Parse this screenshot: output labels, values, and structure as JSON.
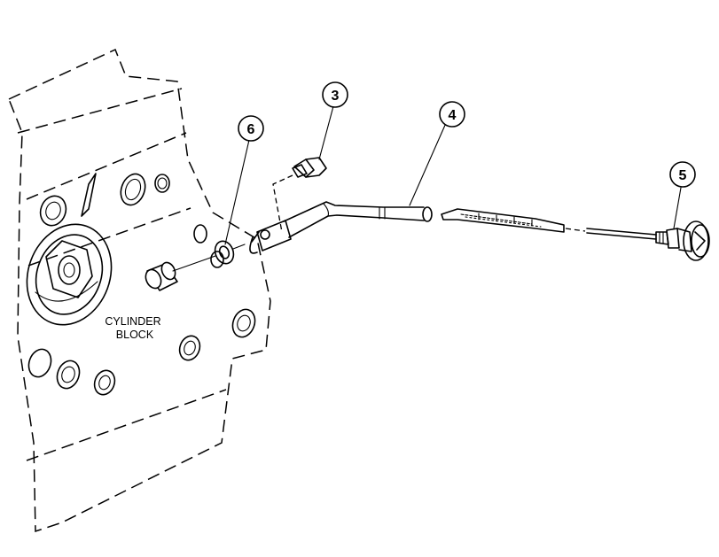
{
  "block_label": {
    "line1": "CYLINDER",
    "line2": "BLOCK"
  },
  "callouts": {
    "c3": "3",
    "c4": "4",
    "c5": "5",
    "c6": "6"
  }
}
